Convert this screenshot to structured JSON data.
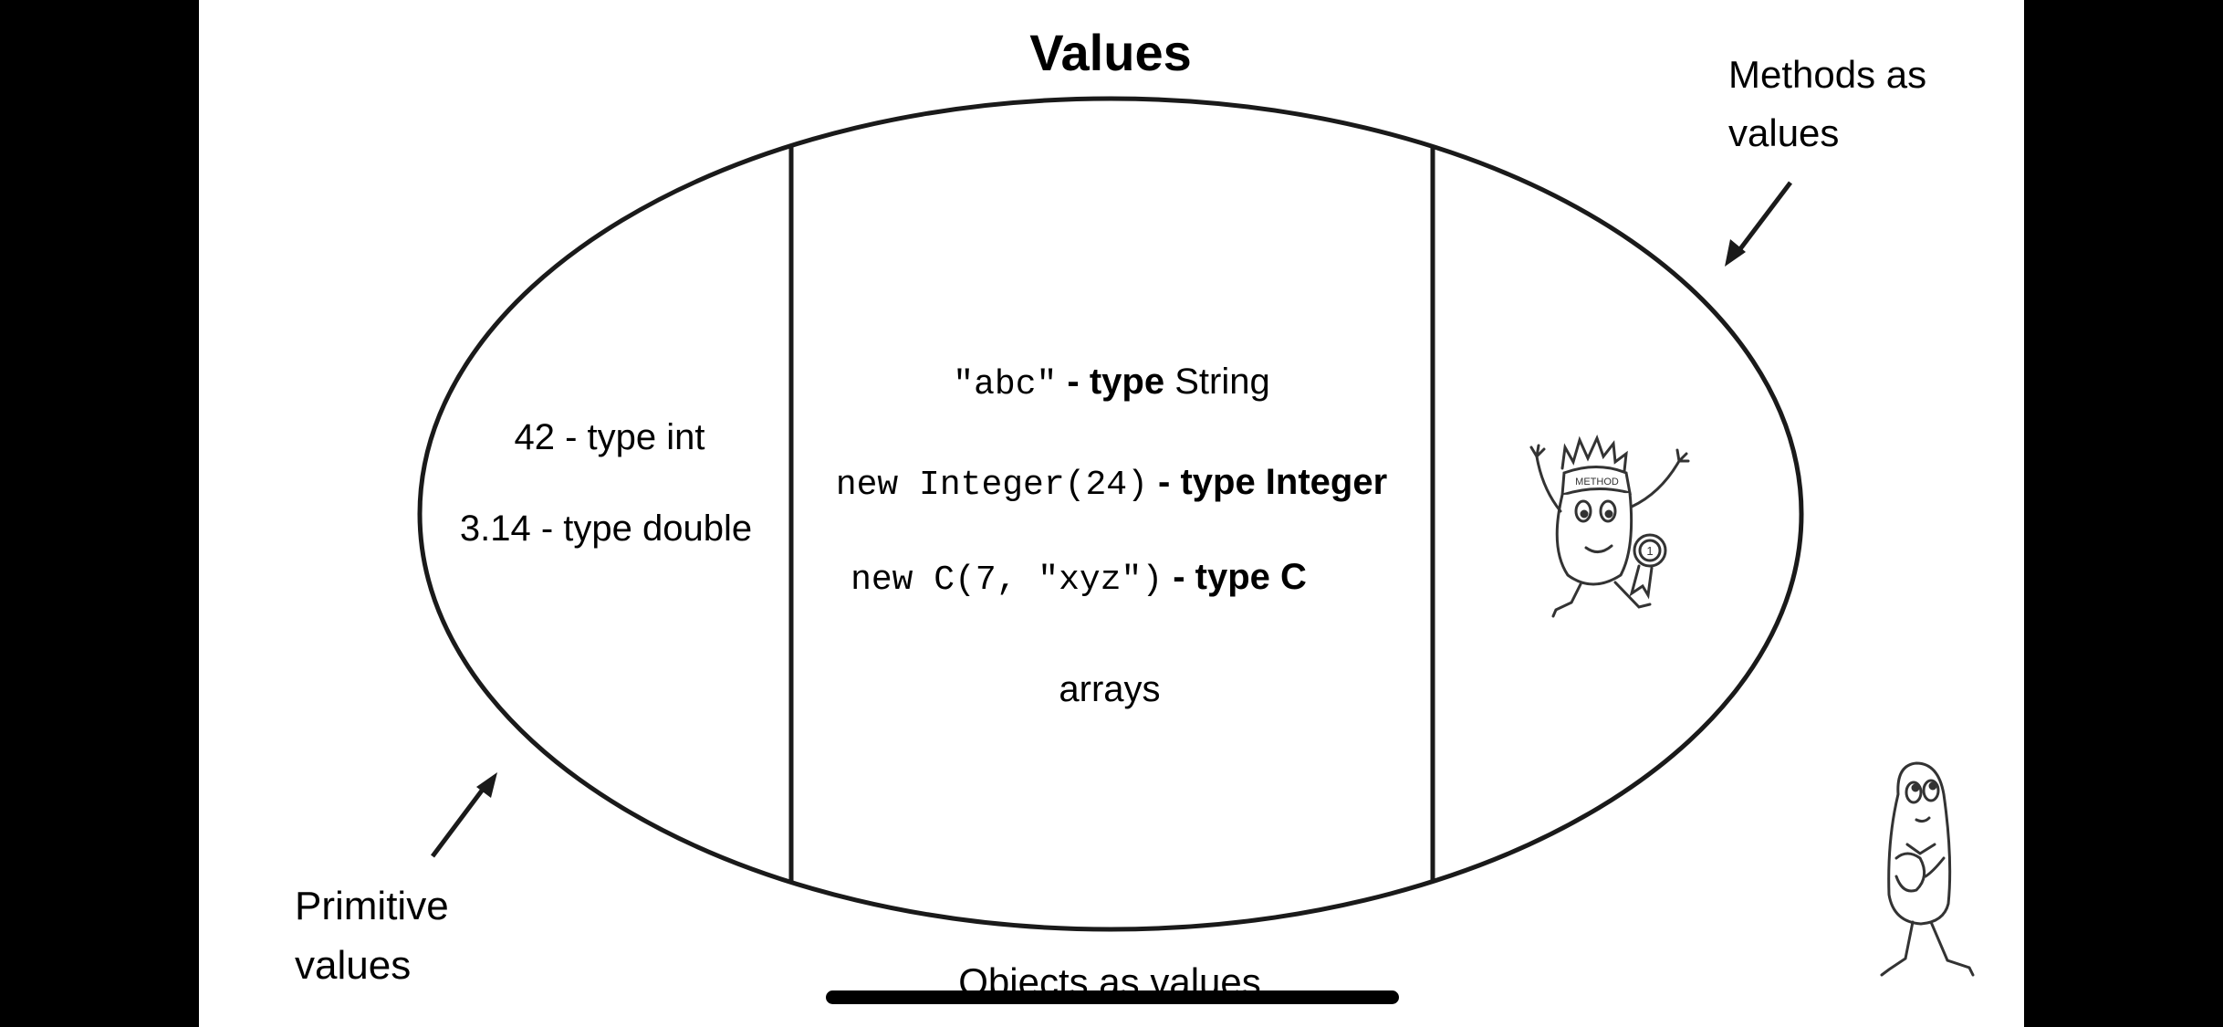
{
  "title": "Values",
  "regions": {
    "primitive": {
      "lines": [
        {
          "code": "",
          "text": "42 - type int"
        },
        {
          "code": "",
          "text": "3.14 - type double"
        }
      ]
    },
    "objects": {
      "lines": [
        {
          "code": "\"abc\"",
          "text": " - type ",
          "type_name": "String"
        },
        {
          "code": "new Integer(24)",
          "text": " - type Integer",
          "type_name": ""
        },
        {
          "code": "new C(7, \"xyz\")",
          "text": " - type C",
          "type_name": ""
        },
        {
          "code": "",
          "text": "arrays",
          "type_name": ""
        }
      ]
    },
    "methods": {
      "badge_text": "METHOD",
      "ribbon_text": "1"
    }
  },
  "callouts": {
    "methods": {
      "line1": "Methods as",
      "line2": "values"
    },
    "primitive": {
      "line1": "Primitive",
      "line2": "values"
    },
    "objects": "Objects as values"
  }
}
